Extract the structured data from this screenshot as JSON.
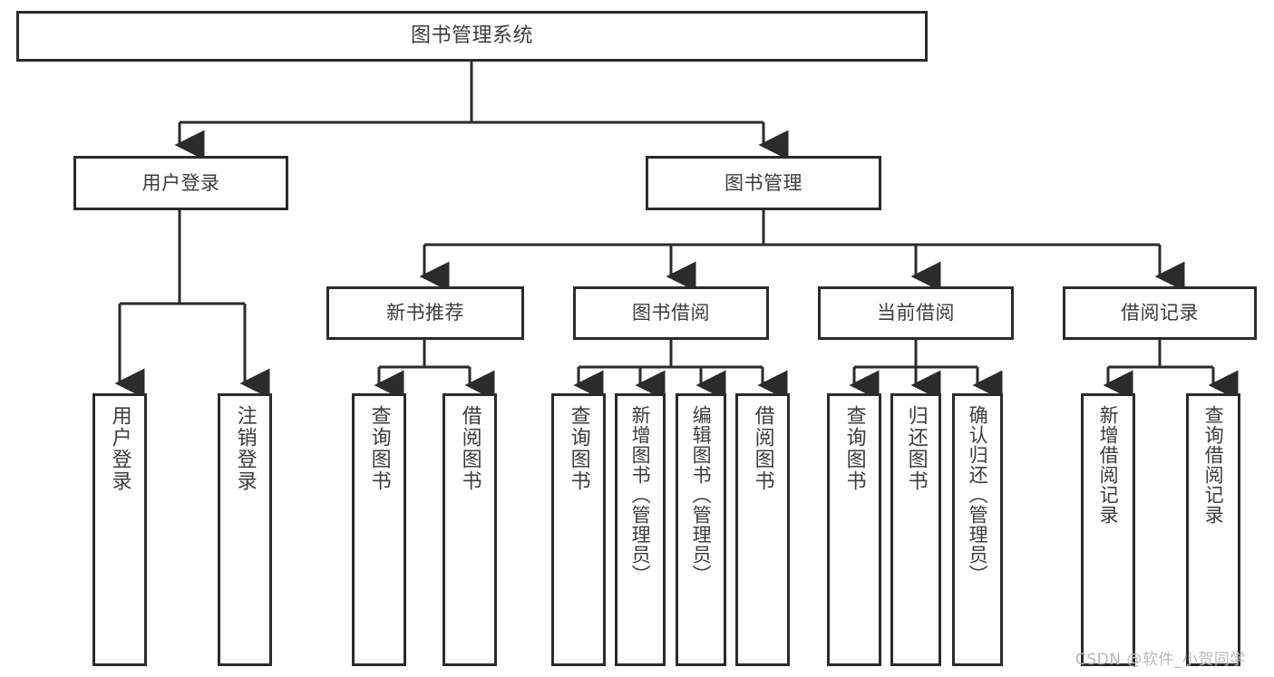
{
  "diagram": {
    "type": "tree",
    "title": "图书管理系统",
    "watermark": "CSDN @软件_小贺同学",
    "colors": {
      "border": "#2b2b2b",
      "text": "#3c3c3c",
      "background": "#ffffff",
      "watermark": "#b9b9b9"
    },
    "root": {
      "label": "图书管理系统"
    },
    "level2": [
      {
        "label": "用户登录"
      },
      {
        "label": "图书管理"
      }
    ],
    "level3": [
      {
        "label": "新书推荐"
      },
      {
        "label": "图书借阅"
      },
      {
        "label": "当前借阅"
      },
      {
        "label": "借阅记录"
      }
    ],
    "leaves": {
      "user_login": [
        {
          "label": "用户登录"
        },
        {
          "label": "注销登录"
        }
      ],
      "new_book": [
        {
          "label": "查询图书"
        },
        {
          "label": "借阅图书"
        }
      ],
      "book_borrow": [
        {
          "label": "查询图书"
        },
        {
          "label": "新增图书（管理员）"
        },
        {
          "label": "编辑图书（管理员）"
        },
        {
          "label": "借阅图书"
        }
      ],
      "current_borrow": [
        {
          "label": "查询图书"
        },
        {
          "label": "归还图书"
        },
        {
          "label": "确认归还（管理员）"
        }
      ],
      "borrow_record": [
        {
          "label": "新增借阅记录"
        },
        {
          "label": "查询借阅记录"
        }
      ]
    }
  }
}
